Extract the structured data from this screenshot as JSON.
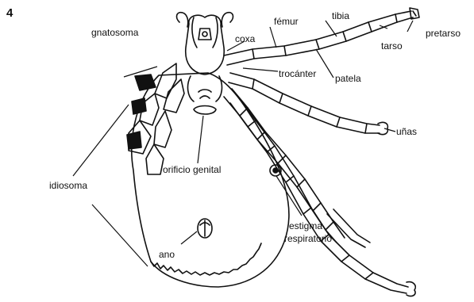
{
  "figure": {
    "number": "4"
  },
  "labels": {
    "gnatosoma": "gnatosoma",
    "coxa": "coxa",
    "femur": "fémur",
    "tibia": "tibia",
    "pretarso": "pretarso",
    "tarso": "tarso",
    "trocanter": "trocánter",
    "patela": "patela",
    "unas": "uñas",
    "orificio_genital": "orificio genital",
    "idiosoma": "idiosoma",
    "estigma_line1": "estigma",
    "estigma_line2": "respiratorio",
    "ano": "ano"
  },
  "colors": {
    "ink": "#111111",
    "paper": "#ffffff"
  }
}
